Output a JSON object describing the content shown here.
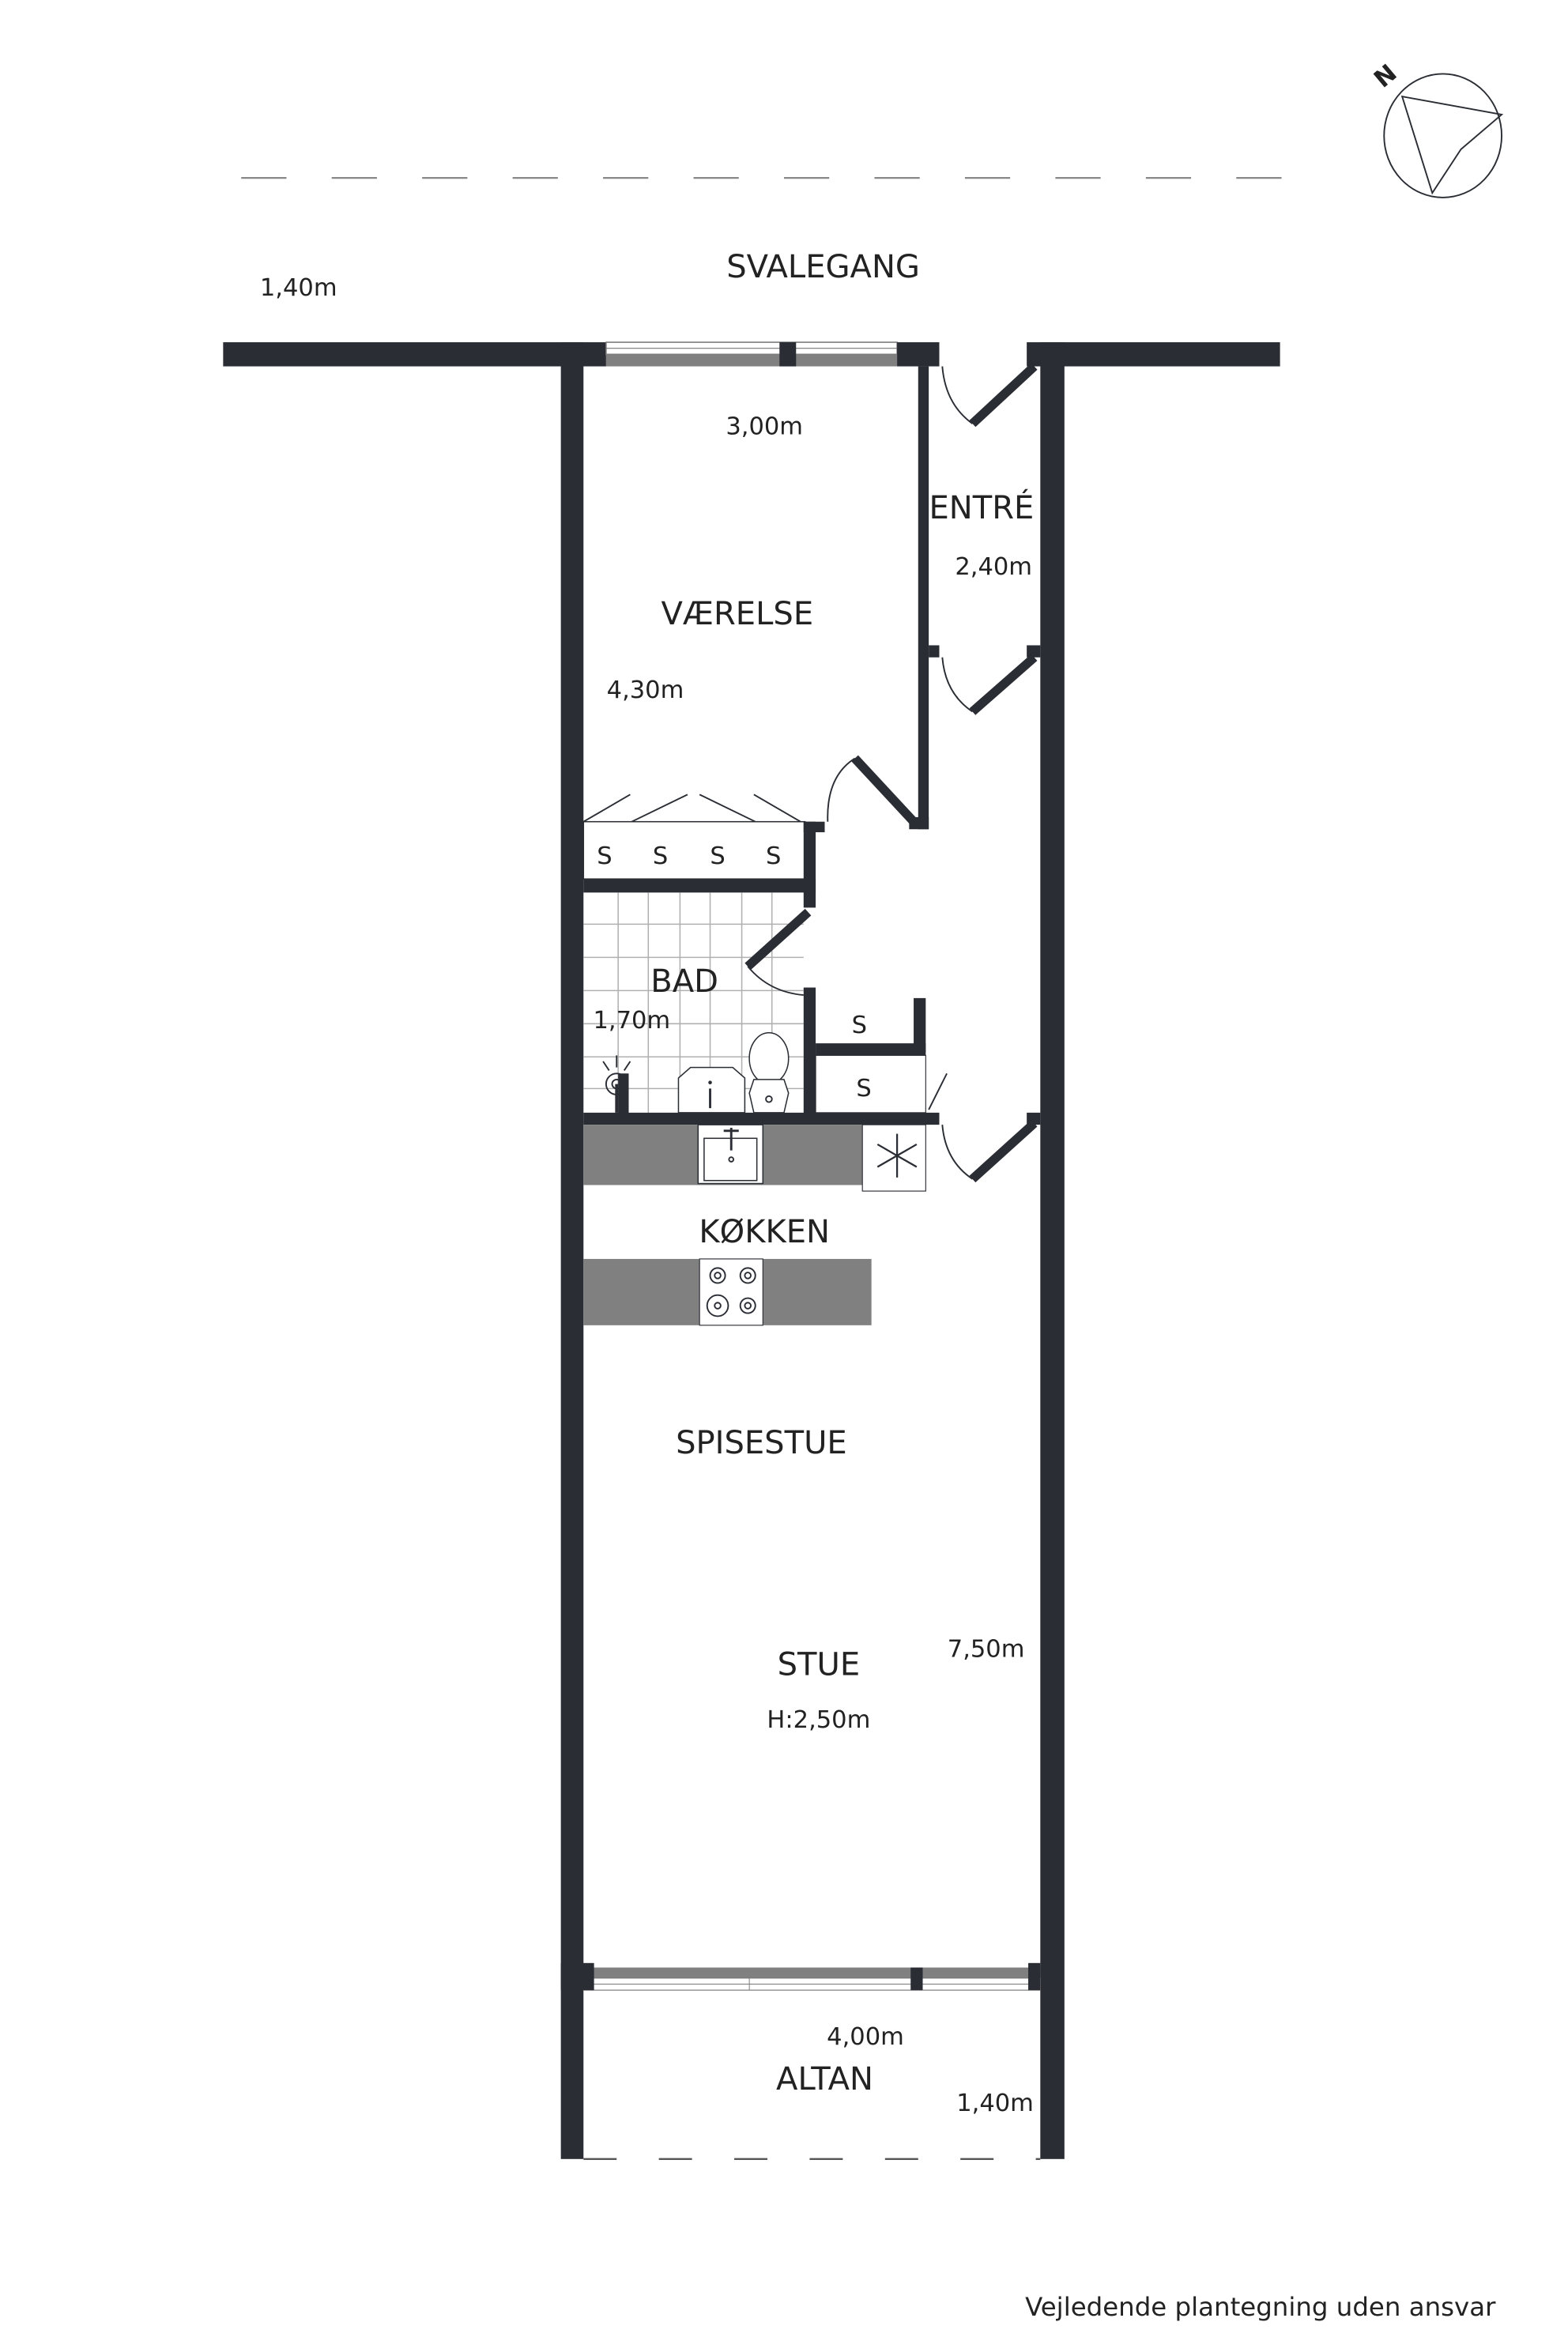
{
  "plan": {
    "colors": {
      "wall": "#2a2d34",
      "counter": "#808080",
      "tile_grid": "#b0b0b0"
    },
    "compass": {
      "label": "N"
    },
    "rooms": {
      "svalegang": {
        "name": "SVALEGANG",
        "dimension": "1,40m"
      },
      "vaerelse": {
        "name": "VÆRELSE",
        "width": "3,00m",
        "length": "4,30m"
      },
      "entre": {
        "name": "ENTRÉ",
        "dimension": "2,40m"
      },
      "bad": {
        "name": "BAD",
        "dimension": "1,70m"
      },
      "koekken": {
        "name": "KØKKEN"
      },
      "spisestue": {
        "name": "SPISESTUE"
      },
      "stue": {
        "name": "STUE",
        "height": "H:2,50m",
        "length": "7,50m"
      },
      "altan": {
        "name": "ALTAN",
        "width": "4,00m",
        "depth": "1,40m"
      }
    },
    "storage_label": "S",
    "disclaimer": "Vejledende plantegning uden ansvar"
  }
}
